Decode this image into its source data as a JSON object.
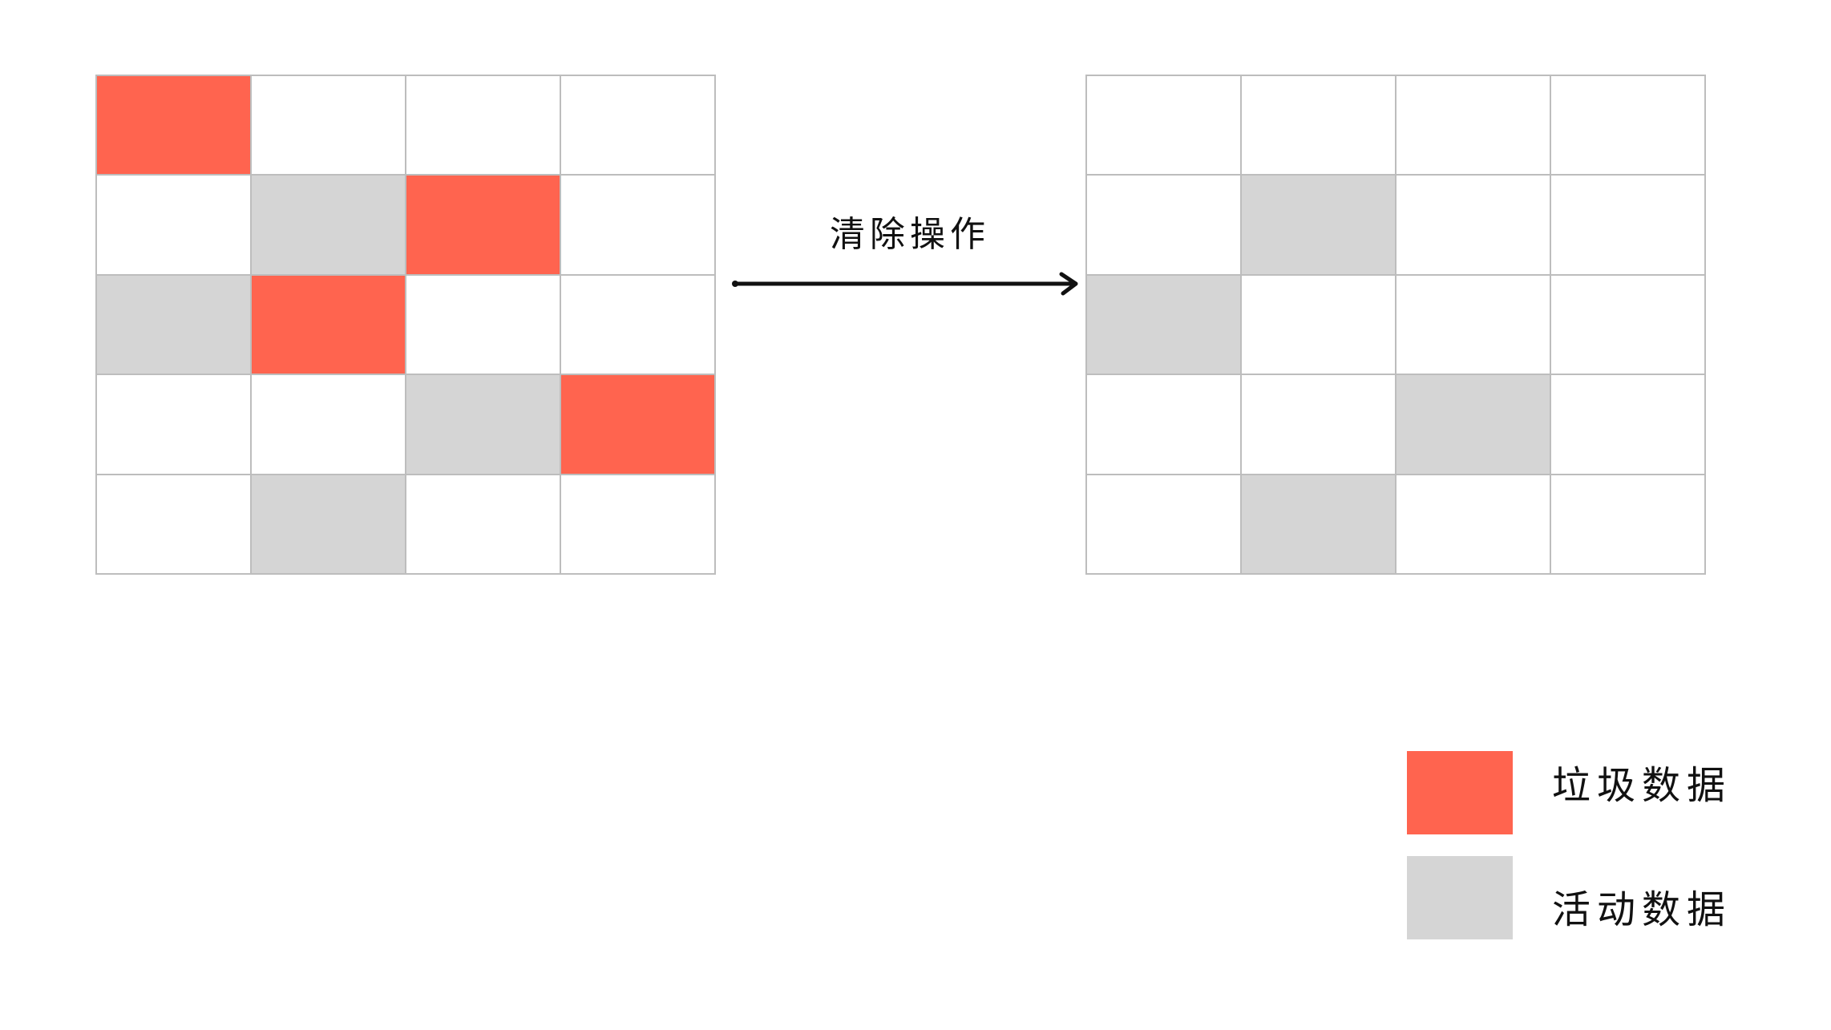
{
  "colors": {
    "garbage": "#ff644f",
    "active": "#d5d5d5",
    "empty": "#ffffff",
    "grid_line": "#bdbdbd"
  },
  "before_grid": {
    "rows": [
      [
        "garbage",
        "empty",
        "empty",
        "empty"
      ],
      [
        "empty",
        "active",
        "garbage",
        "empty"
      ],
      [
        "active",
        "garbage",
        "empty",
        "empty"
      ],
      [
        "empty",
        "empty",
        "active",
        "garbage"
      ],
      [
        "empty",
        "active",
        "empty",
        "empty"
      ]
    ]
  },
  "operation": {
    "label": "清除操作",
    "arrow_icon": "right-arrow"
  },
  "after_grid": {
    "rows": [
      [
        "empty",
        "empty",
        "empty",
        "empty"
      ],
      [
        "empty",
        "active",
        "empty",
        "empty"
      ],
      [
        "active",
        "empty",
        "empty",
        "empty"
      ],
      [
        "empty",
        "empty",
        "active",
        "empty"
      ],
      [
        "empty",
        "active",
        "empty",
        "empty"
      ]
    ]
  },
  "legend": {
    "items": [
      {
        "key": "garbage",
        "label": "垃圾数据"
      },
      {
        "key": "active",
        "label": "活动数据"
      }
    ]
  }
}
